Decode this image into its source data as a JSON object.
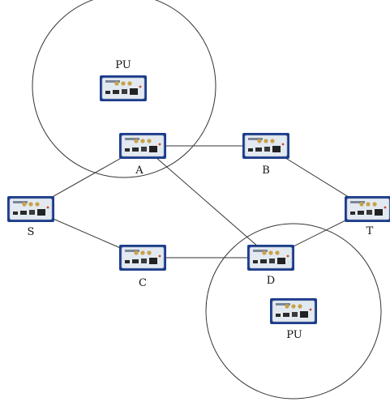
{
  "diagram": {
    "pu_regions": [
      {
        "id": "pu-top",
        "label": "PU"
      },
      {
        "id": "pu-bottom",
        "label": "PU"
      }
    ],
    "nodes": [
      {
        "id": "S",
        "label": "S"
      },
      {
        "id": "A",
        "label": "A"
      },
      {
        "id": "B",
        "label": "B"
      },
      {
        "id": "C",
        "label": "C"
      },
      {
        "id": "D",
        "label": "D"
      },
      {
        "id": "T",
        "label": "T"
      }
    ],
    "edges": [
      [
        "S",
        "A"
      ],
      [
        "S",
        "C"
      ],
      [
        "A",
        "B"
      ],
      [
        "A",
        "D"
      ],
      [
        "C",
        "D"
      ],
      [
        "B",
        "T"
      ],
      [
        "D",
        "T"
      ]
    ],
    "colors": {
      "line": "#333333",
      "device_body": "#dfe6ee",
      "device_frame": "#1c3c8c",
      "connector": "#c8a24a"
    }
  }
}
